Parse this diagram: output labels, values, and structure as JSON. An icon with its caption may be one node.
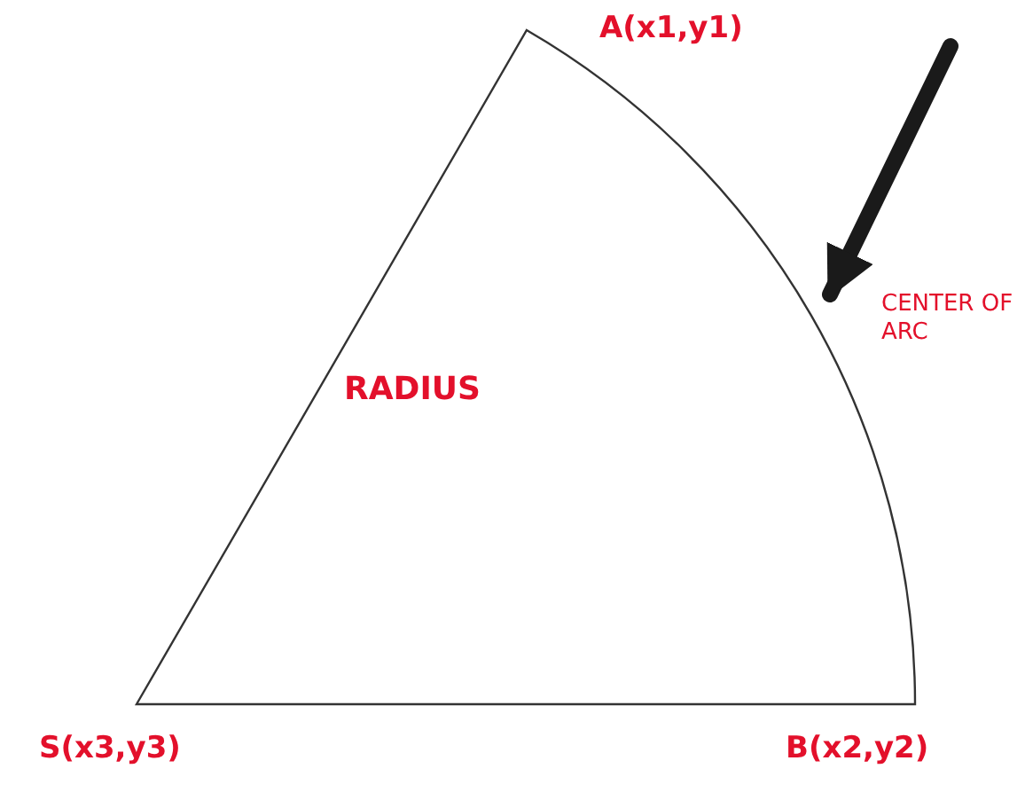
{
  "diagram": {
    "labels": [
      "A(x1,y1)",
      "CENTER OF ARC",
      "RADIUS",
      "S(x3,y3)",
      "B(x2,y2)"
    ]
  }
}
